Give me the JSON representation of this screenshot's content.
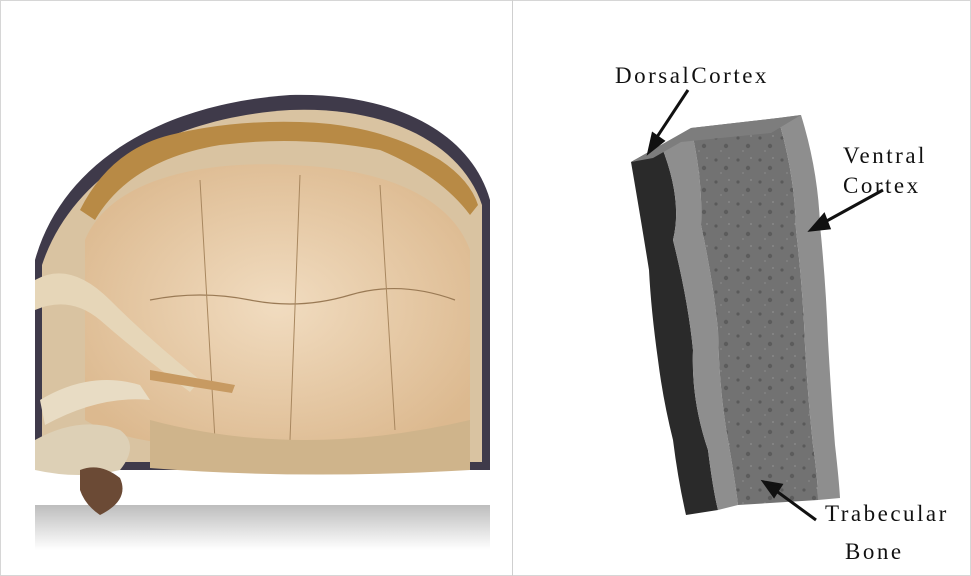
{
  "figure": {
    "left_panel": {
      "kind": "photograph",
      "subject": "turtle-shell-cross-section-icon"
    },
    "right_panel": {
      "kind": "3d-block-diagram",
      "labels": {
        "dorsal_cortex": "DorsalCortex",
        "ventral_cortex_line1": "Ventral",
        "ventral_cortex_line2": "Cortex",
        "trabecular_line1": "Trabecular",
        "trabecular_line2": "Bone"
      },
      "colors": {
        "dorsal_face": "#2a2a2a",
        "cortex_layer": "#8e8e8e",
        "trabecular_core": "#6f6f6f",
        "top_face": "#7d7d7d"
      }
    }
  }
}
